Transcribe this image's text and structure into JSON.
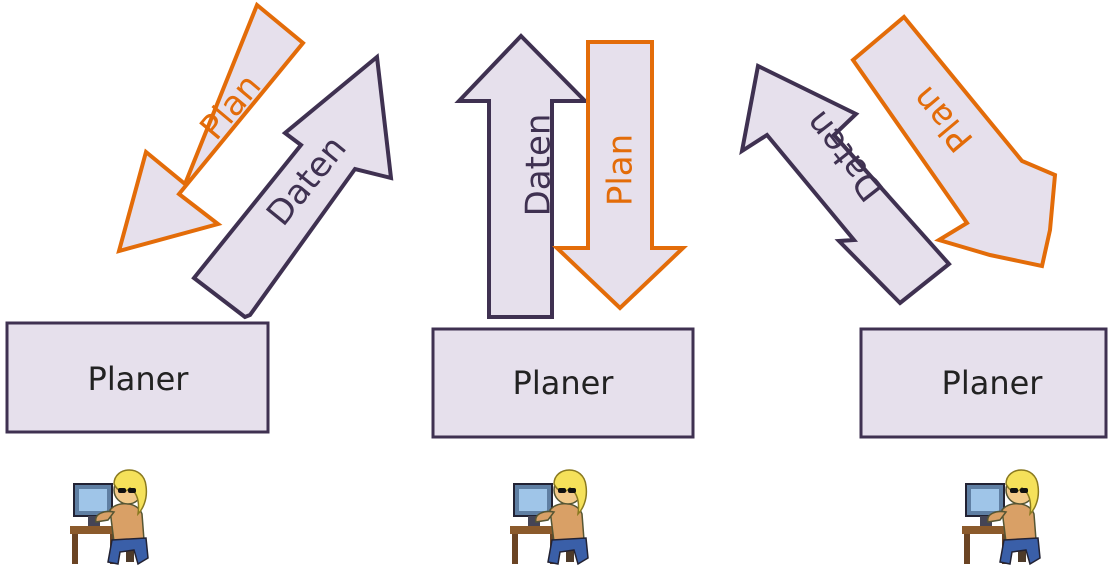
{
  "diagram": {
    "colors": {
      "plan_arrow": "#e36c09",
      "daten_arrow": "#3f3151",
      "fill": "#e6e0ec"
    },
    "left": {
      "plan_label": "Plan",
      "daten_label": "Daten",
      "planer_label": "Planer",
      "person_icon": "person-at-computer-icon"
    },
    "center": {
      "plan_label": "Plan",
      "daten_label": "Daten",
      "planer_label": "Planer",
      "person_icon": "person-at-computer-icon"
    },
    "right": {
      "plan_label": "Plan",
      "daten_label": "Daten",
      "planer_label": "Planer",
      "person_icon": "person-at-computer-icon"
    }
  }
}
